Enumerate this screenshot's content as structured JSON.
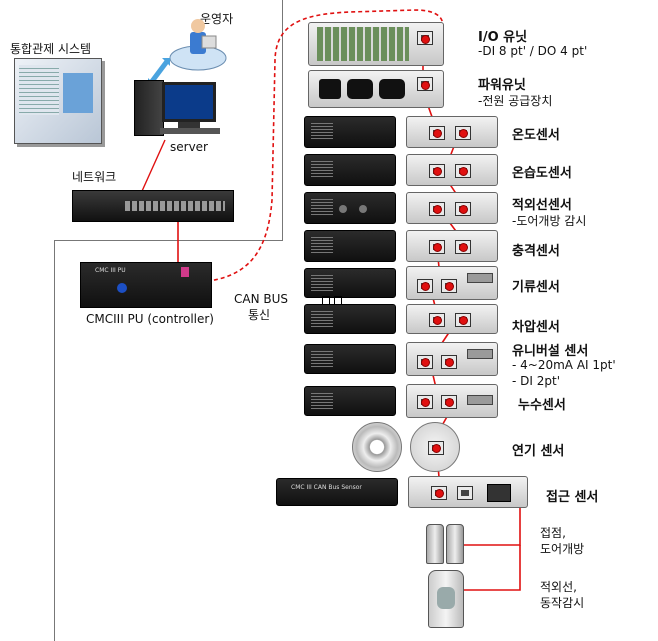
{
  "left": {
    "operator": "운영자",
    "integrated_system": "통합관제 시스템",
    "server": "server",
    "network": "네트워크",
    "controller": "CMCIII PU (controller)",
    "canbus": "CAN BUS",
    "canbus_comm": "통신",
    "controller_badge": "CMC III PU"
  },
  "units": [
    {
      "name": "I/O 유닛",
      "desc": "-DI 8 pt' / DO 4 pt'"
    },
    {
      "name": "파워유닛",
      "desc": "-전원 공급장치"
    },
    {
      "name": "온도센서"
    },
    {
      "name": "온습도센서"
    },
    {
      "name": "적외선센서",
      "desc": "-도어개방 감시"
    },
    {
      "name": "충격센서"
    },
    {
      "name": "기류센서"
    },
    {
      "name": "차압센서"
    },
    {
      "name": "유니버설 센서",
      "desc": "- 4~20mA AI 1pt'",
      "desc2": "- DI 2pt'"
    },
    {
      "name": "누수센서"
    },
    {
      "name": "연기 센서"
    },
    {
      "name": "접근 센서"
    }
  ],
  "access_device_text": "CMC III CAN Bus Sensor",
  "contacts": {
    "line1": "접점,",
    "line2": "도어개방"
  },
  "infrared": {
    "line1": "적외선,",
    "line2": "동작감시"
  },
  "colors": {
    "cable": "#e01010",
    "device_dark": "#1a1a1a"
  }
}
